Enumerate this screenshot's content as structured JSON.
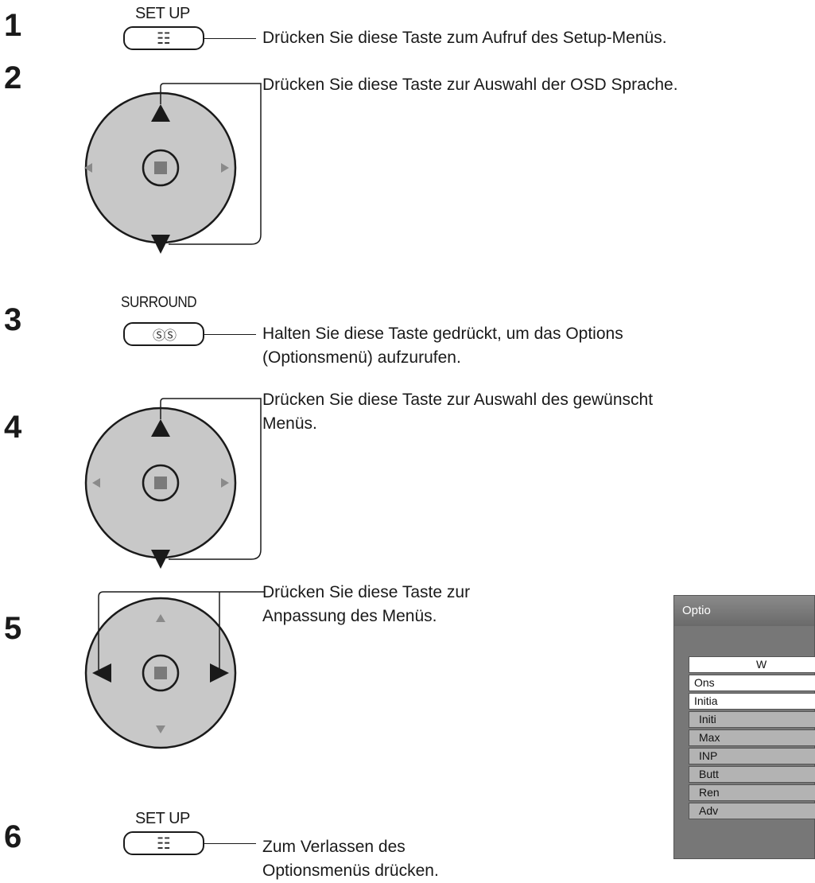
{
  "steps": [
    {
      "number": "1",
      "key_label": "SET UP",
      "instruction": [
        "Drücken Sie diese Taste zum Aufruf des Setup-Menüs."
      ]
    },
    {
      "number": "2",
      "instruction": [
        "Drücken Sie diese Taste zur Auswahl der OSD Sprache."
      ]
    },
    {
      "number": "3",
      "key_label": "SURROUND",
      "instruction": [
        "Halten Sie diese Taste gedrückt, um das Options",
        "(Optionsmenü) aufzurufen."
      ]
    },
    {
      "number": "4",
      "instruction": [
        "Drücken Sie diese Taste zur Auswahl des gewünscht",
        "Menüs."
      ]
    },
    {
      "number": "5",
      "instruction": [
        "Drücken Sie diese Taste zur",
        "Anpassung des Menüs."
      ]
    },
    {
      "number": "6",
      "key_label": "SET UP",
      "instruction": [
        "Zum Verlassen des",
        "Optionsmenüs drücken."
      ]
    }
  ],
  "keys": {
    "setup_glyph": "☷",
    "surround_glyph": "ⓈⓈ"
  },
  "options_menu": {
    "title": "Optio",
    "items": [
      "W",
      "Ons",
      "Initia",
      "Initi",
      "Max",
      "INP",
      "Butt",
      "Ren",
      "Adv"
    ]
  },
  "colors": {
    "dpad_fill": "#c8c8c8",
    "menu_bg": "#777777",
    "menu_item": "#b3b3b3"
  }
}
